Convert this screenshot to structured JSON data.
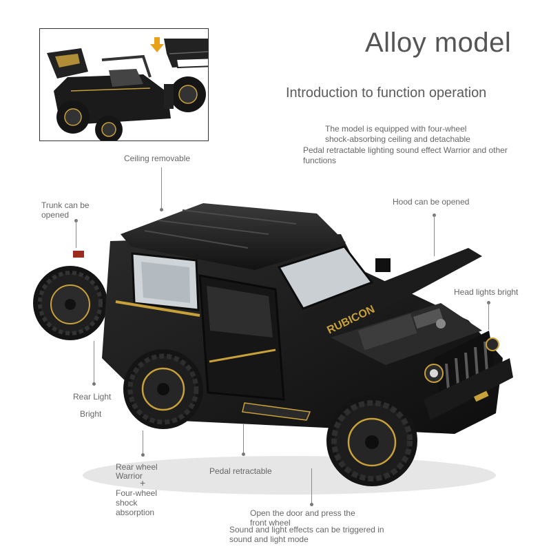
{
  "header": {
    "title": "Alloy model",
    "subtitle": "Introduction to function operation"
  },
  "description": {
    "line1": "The model is equipped with four-wheel",
    "line2": "shock-absorbing ceiling and detachable",
    "line3": "Pedal retractable lighting sound effect Warrior and other",
    "line4": "functions"
  },
  "callouts": {
    "ceiling": "Ceiling removable",
    "trunk_1": "Trunk can be",
    "trunk_2": "opened",
    "hood": "Hood can be opened",
    "headlights": "Head lights bright",
    "rear_light": "Rear Light",
    "bright": "Bright",
    "rear_wheel_1": "Rear wheel",
    "rear_wheel_2": "Warrior",
    "shock_1": "Four-wheel",
    "shock_2": "shock",
    "shock_3": "absorption",
    "pedal": "Pedal retractable",
    "door_1": "Open the door and press the",
    "door_2": "front wheel",
    "sound_1": "Sound and light effects can be triggered in",
    "sound_2": "sound and light mode"
  },
  "vehicle": {
    "hood_text": "RUBICON"
  },
  "colors": {
    "body": "#1b1b1b",
    "accent": "#c9a13b",
    "arrow": "#e8a21a"
  }
}
